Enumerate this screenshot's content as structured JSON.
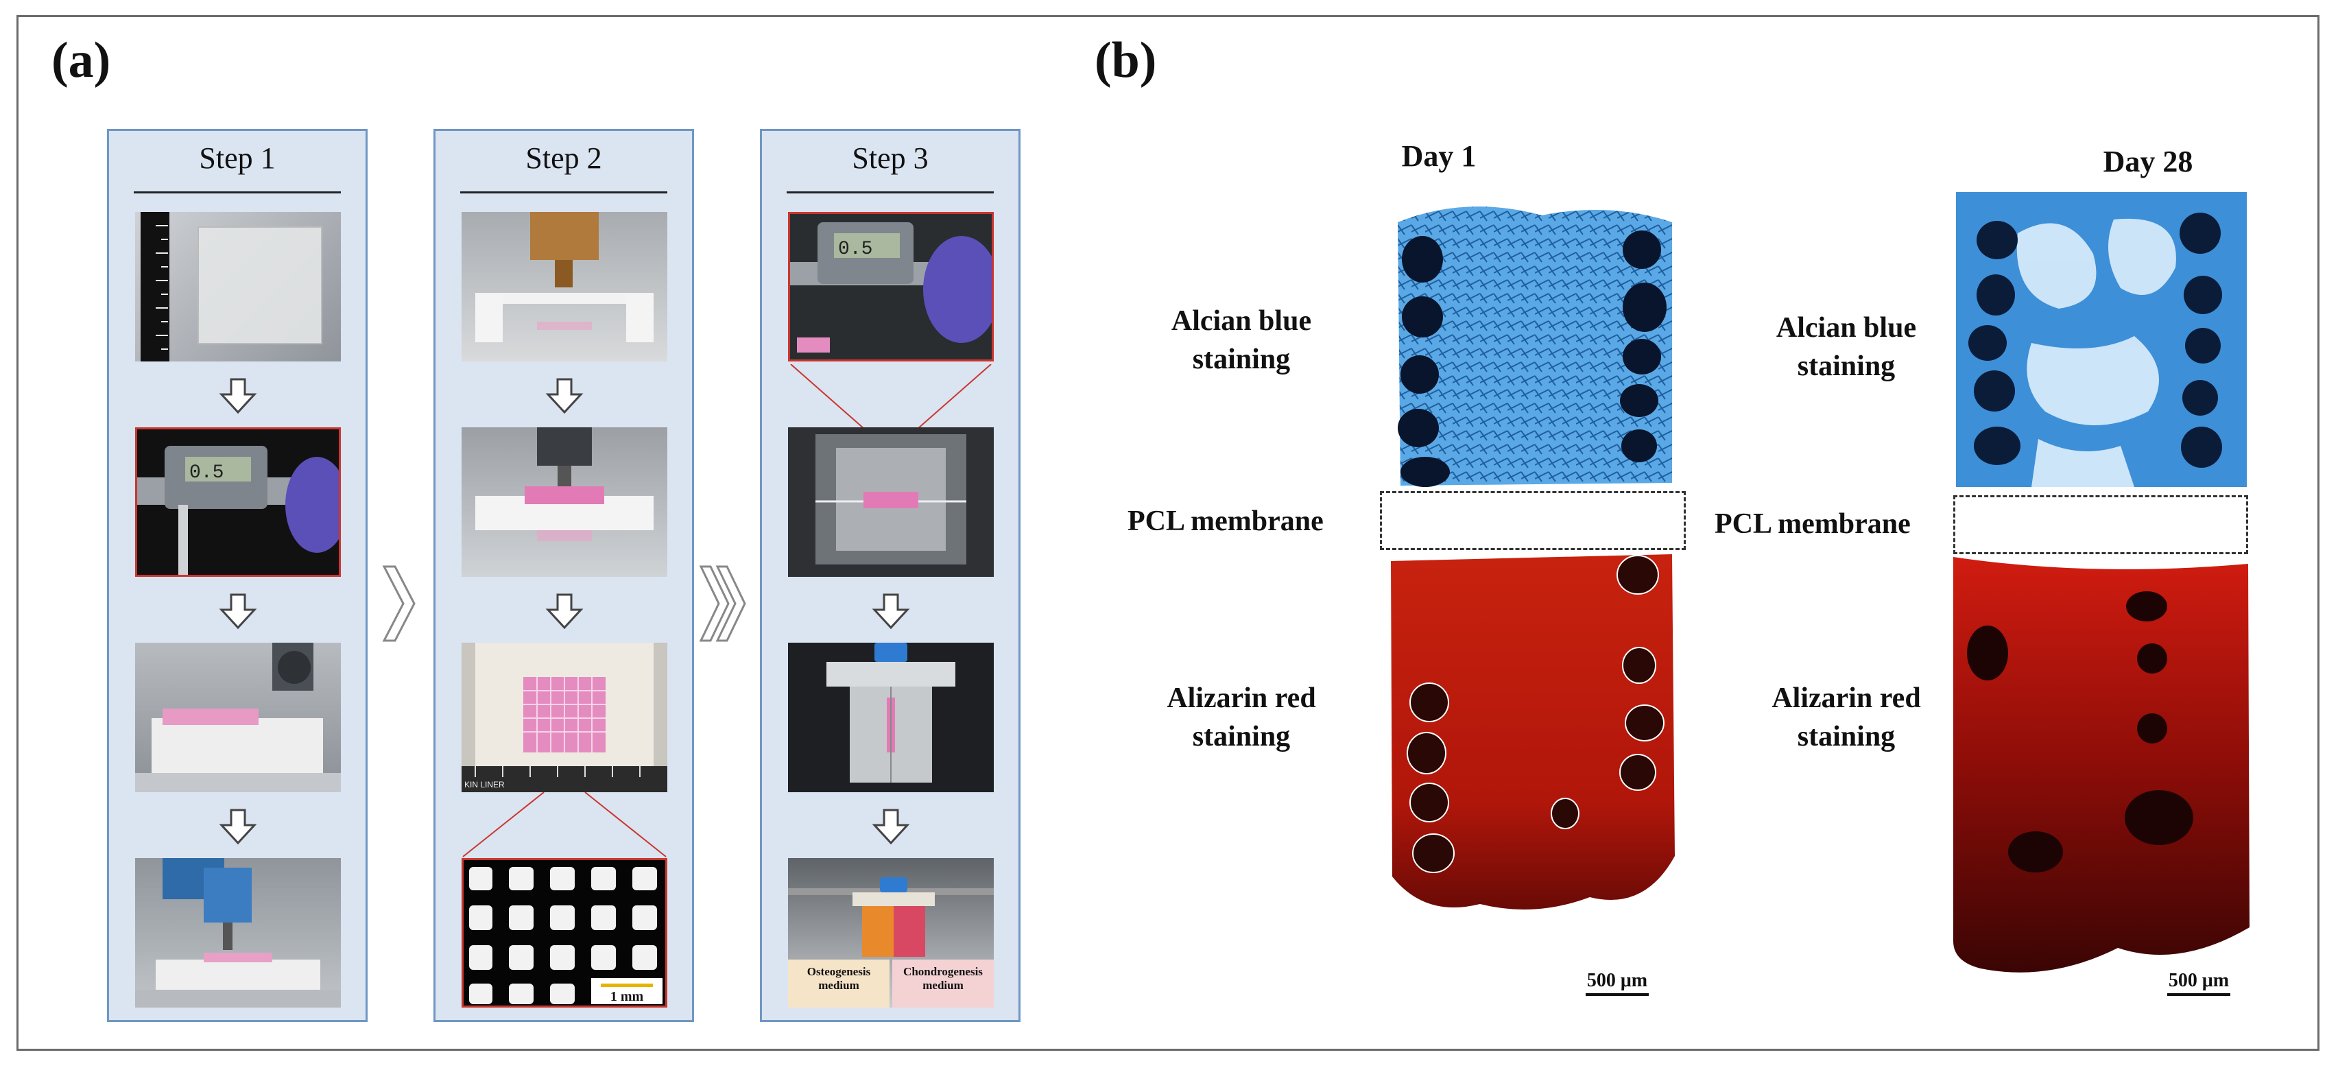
{
  "panels": {
    "a_label": "(a)",
    "b_label": "(b)"
  },
  "workflow": {
    "steps": [
      {
        "title": "Step 1"
      },
      {
        "title": "Step 2"
      },
      {
        "title": "Step 3"
      }
    ],
    "scale_bar_label": "1 mm",
    "medium_labels": [
      "Osteogenesis medium",
      "Chondrogenesis medium"
    ],
    "osteo_label": "Osteogenesis",
    "chondro_label": "Chondrogenesis",
    "medium_word": "medium",
    "ruler_text": "KIN LINER",
    "caliper_reading": "0.5"
  },
  "histology": {
    "columns": [
      {
        "title": "Day 1",
        "scale_bar": "500 μm"
      },
      {
        "title": "Day 28",
        "scale_bar": "500 μm"
      }
    ],
    "row_labels": {
      "alcian_line1": "Alcian blue",
      "alcian_line2": "staining",
      "pcl": "PCL membrane",
      "alizarin_line1": "Alizarin red",
      "alizarin_line2": "staining"
    }
  },
  "colors": {
    "step_background": "#dbe4f1",
    "step_border": "#6f97c4",
    "highlight_border": "#c9362e",
    "alcian_blue": "#2f7fc6",
    "alizarin_red": "#c8180c"
  }
}
